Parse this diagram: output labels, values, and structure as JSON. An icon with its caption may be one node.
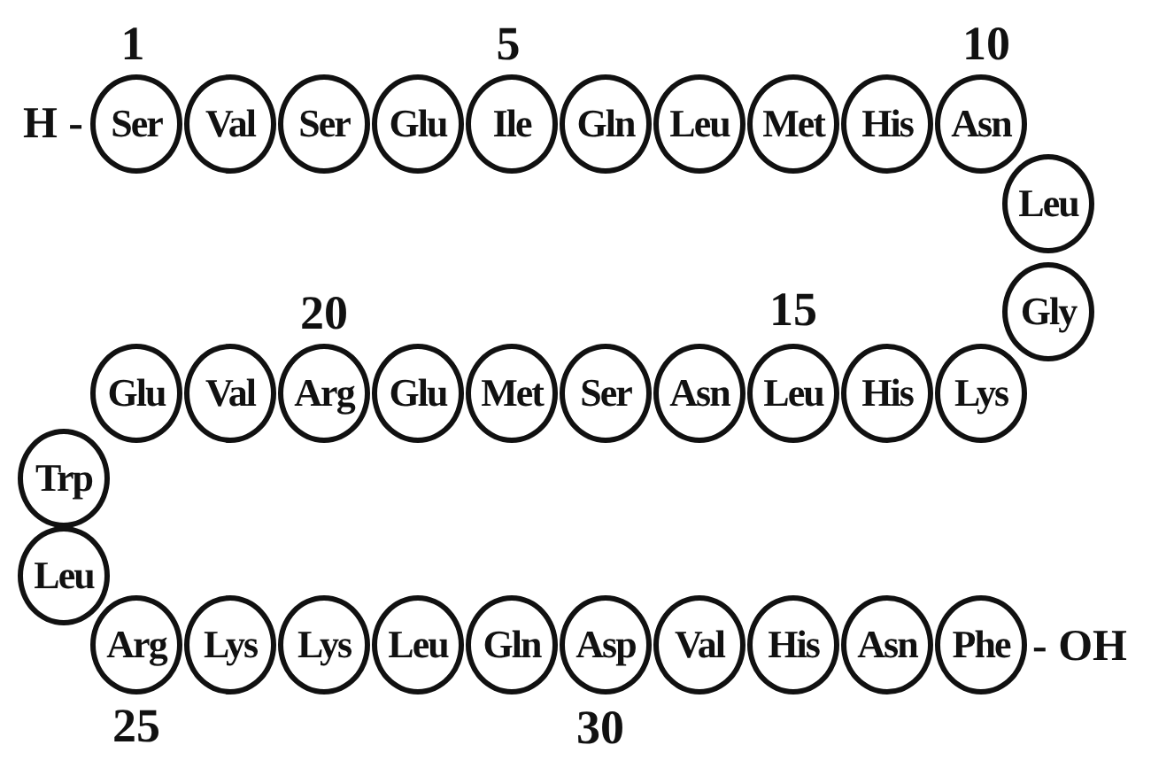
{
  "diagram": {
    "nodes": [
      {
        "text": [
          "Ser"
        ]
      },
      {
        "text": [
          "Val"
        ]
      },
      {
        "text": [
          "Ser"
        ]
      },
      {
        "text": [
          "Glu"
        ]
      },
      {
        "text": [
          "Ile"
        ]
      },
      {
        "text": [
          "Gln"
        ]
      },
      {
        "text": [
          "Leu"
        ]
      },
      {
        "text": [
          "Met"
        ]
      },
      {
        "text": [
          "His"
        ]
      },
      {
        "text": [
          "Asn"
        ]
      },
      {
        "text": [
          "Leu"
        ]
      },
      {
        "text": [
          "Gly"
        ]
      },
      {
        "text": [
          "Lys"
        ]
      },
      {
        "text": [
          "His"
        ]
      },
      {
        "text": [
          "Leu"
        ]
      },
      {
        "text": [
          "Asn"
        ]
      },
      {
        "text": [
          "Ser"
        ]
      },
      {
        "text": [
          "Met"
        ]
      },
      {
        "text": [
          "Glu"
        ]
      },
      {
        "text": [
          "Arg"
        ]
      },
      {
        "text": [
          "Val"
        ]
      },
      {
        "text": [
          "Glu"
        ]
      },
      {
        "text": [
          "Trp"
        ]
      },
      {
        "text": [
          "Leu"
        ]
      },
      {
        "text": [
          "Arg"
        ]
      },
      {
        "text": [
          "Lys"
        ]
      },
      {
        "text": [
          "Lys"
        ]
      },
      {
        "text": [
          "Leu"
        ]
      },
      {
        "text": [
          "Gln"
        ]
      },
      {
        "text": [
          "Asp"
        ]
      },
      {
        "text": [
          "Val"
        ]
      },
      {
        "text": [
          "His"
        ]
      },
      {
        "text": [
          "Asn"
        ]
      },
      {
        "text": [
          "Phe"
        ]
      }
    ],
    "labels": [
      "1",
      "5",
      "10",
      "H -",
      "20",
      "15",
      "- OH",
      "25",
      "30"
    ]
  }
}
